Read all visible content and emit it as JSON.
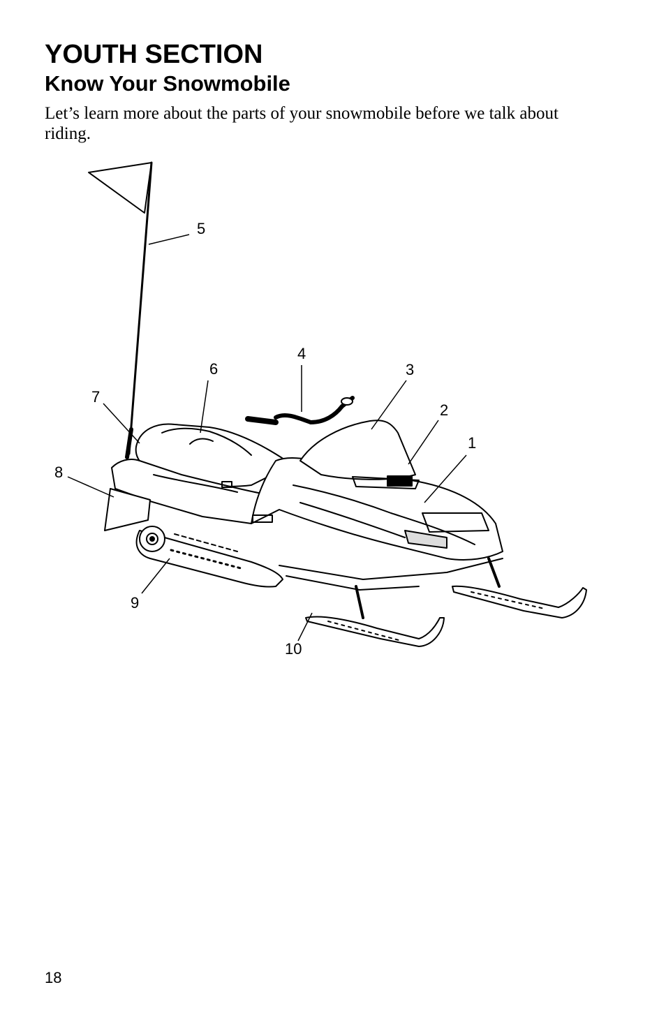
{
  "header": {
    "section_title": "YOUTH SECTION",
    "subsection_title": "Know Your Snowmobile"
  },
  "intro_text": "Let’s learn more about the parts of your snowmobile before we talk about riding.",
  "diagram": {
    "callouts": {
      "c1": "1",
      "c2": "2",
      "c3": "3",
      "c4": "4",
      "c5": "5",
      "c6": "6",
      "c7": "7",
      "c8": "8",
      "c9": "9",
      "c10": "10"
    }
  },
  "footer": {
    "page_number": "18"
  }
}
